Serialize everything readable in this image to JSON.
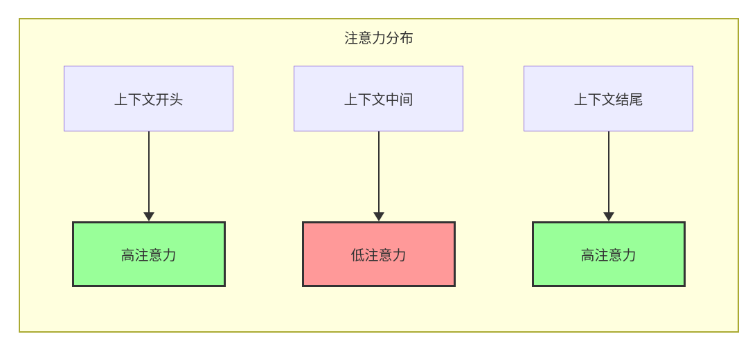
{
  "diagram": {
    "title": "注意力分布",
    "columns": [
      {
        "source": "上下文开头",
        "target": "高注意力",
        "target_level": "high"
      },
      {
        "source": "上下文中间",
        "target": "低注意力",
        "target_level": "low"
      },
      {
        "source": "上下文结尾",
        "target": "高注意力",
        "target_level": "high"
      }
    ],
    "colors": {
      "panel_fill": "#ffffde",
      "panel_border": "#aaaa33",
      "node_fill": "#ececff",
      "node_border": "#9370db",
      "high_fill": "#99ff99",
      "low_fill": "#ff9999",
      "result_border": "#333333",
      "arrow": "#333333",
      "text": "#333333"
    }
  }
}
